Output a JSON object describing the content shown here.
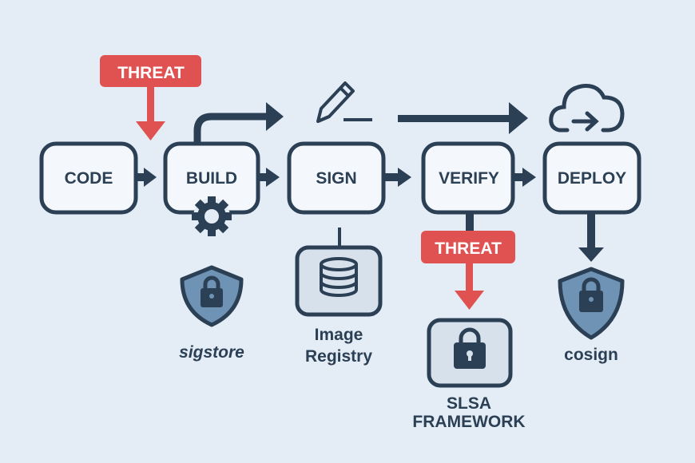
{
  "colors": {
    "background": "#e4edf5",
    "ink": "#2b3f55",
    "threat": "#e05252",
    "box_fill": "#f4f8fc",
    "shield_fill": "#6f93b4",
    "registry_fill": "#d6e1eb"
  },
  "stages": [
    {
      "label": "CODE"
    },
    {
      "label": "BUILD"
    },
    {
      "label": "SIGN"
    },
    {
      "label": "VERIFY"
    },
    {
      "label": "DEPLOY"
    }
  ],
  "threats": [
    {
      "label": "THREAT"
    },
    {
      "label": "THREAT"
    }
  ],
  "tools": {
    "sigstore": "sigstore",
    "registry_line1": "Image",
    "registry_line2": "Registry",
    "slsa_line1": "SLSA",
    "slsa_line2": "FRAMEWORK",
    "cosign": "cosign"
  },
  "icons": [
    "gear-icon",
    "shield-lock-icon",
    "database-icon",
    "pencil-icon",
    "cloud-upload-icon",
    "lock-icon"
  ]
}
